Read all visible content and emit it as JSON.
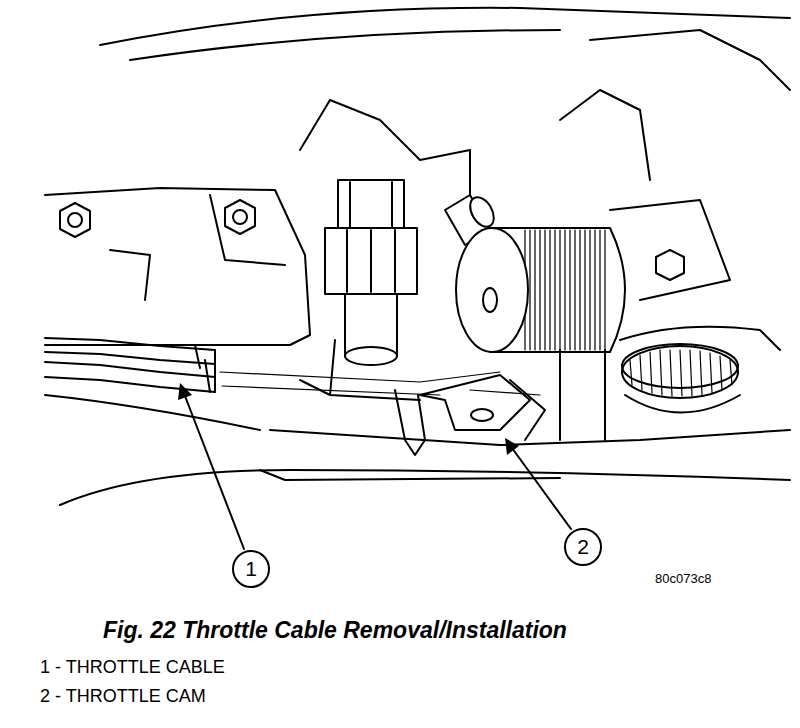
{
  "diagram": {
    "caption": "Fig. 22 Throttle Cable Removal/Installation",
    "labels": [
      "1",
      "2",
      "80c073c8",
      "1 - THROTTLE CABLE",
      "2 - THROTTLE CAM"
    ]
  }
}
